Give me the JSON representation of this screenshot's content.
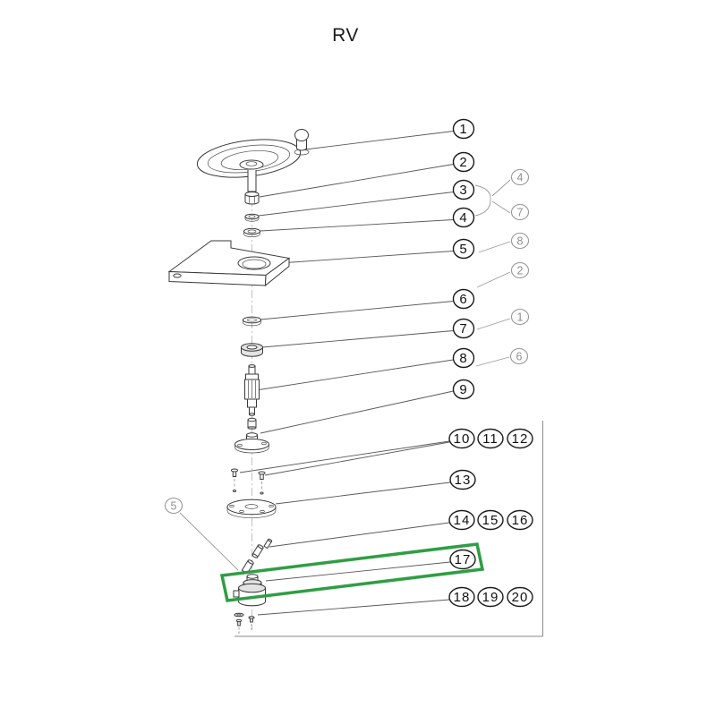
{
  "title": "RV",
  "diagram": {
    "main_callouts": [
      "1",
      "2",
      "3",
      "4",
      "5",
      "6",
      "7",
      "8",
      "9",
      "10",
      "11",
      "12",
      "13",
      "14",
      "15",
      "16",
      "17",
      "18",
      "19",
      "20"
    ],
    "ref_callouts": [
      "4",
      "7",
      "8",
      "2",
      "1",
      "6",
      "5"
    ]
  },
  "colors": {
    "highlight": "#2f9e44",
    "callout_stroke": "#1a1a1a",
    "ref_stroke": "#969696",
    "part_stroke": "#3a3a3a"
  }
}
